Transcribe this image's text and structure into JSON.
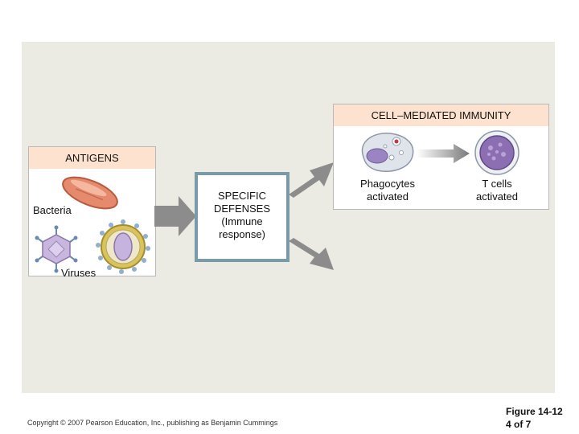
{
  "antigens": {
    "title": "ANTIGENS",
    "bacteria_label": "Bacteria",
    "viruses_label": "Viruses"
  },
  "specific_defenses": {
    "line1": "SPECIFIC",
    "line2": "DEFENSES",
    "line3": "(Immune",
    "line4": "response)"
  },
  "cell_mediated": {
    "title": "CELL–MEDIATED IMMUNITY",
    "phagocytes_line1": "Phagocytes",
    "phagocytes_line2": "activated",
    "tcells_line1": "T cells",
    "tcells_line2": "activated"
  },
  "footer": {
    "copyright": "Copyright © 2007 Pearson Education, Inc., publishing as Benjamin Cummings",
    "figure_line1": "Figure 14-12",
    "figure_line2": "4 of 7"
  },
  "colors": {
    "panel_bg": "#ebebe3",
    "header_bg": "#fde3cf",
    "specific_border": "#7b9aa8",
    "arrow_gray": "#8c8c8c"
  }
}
